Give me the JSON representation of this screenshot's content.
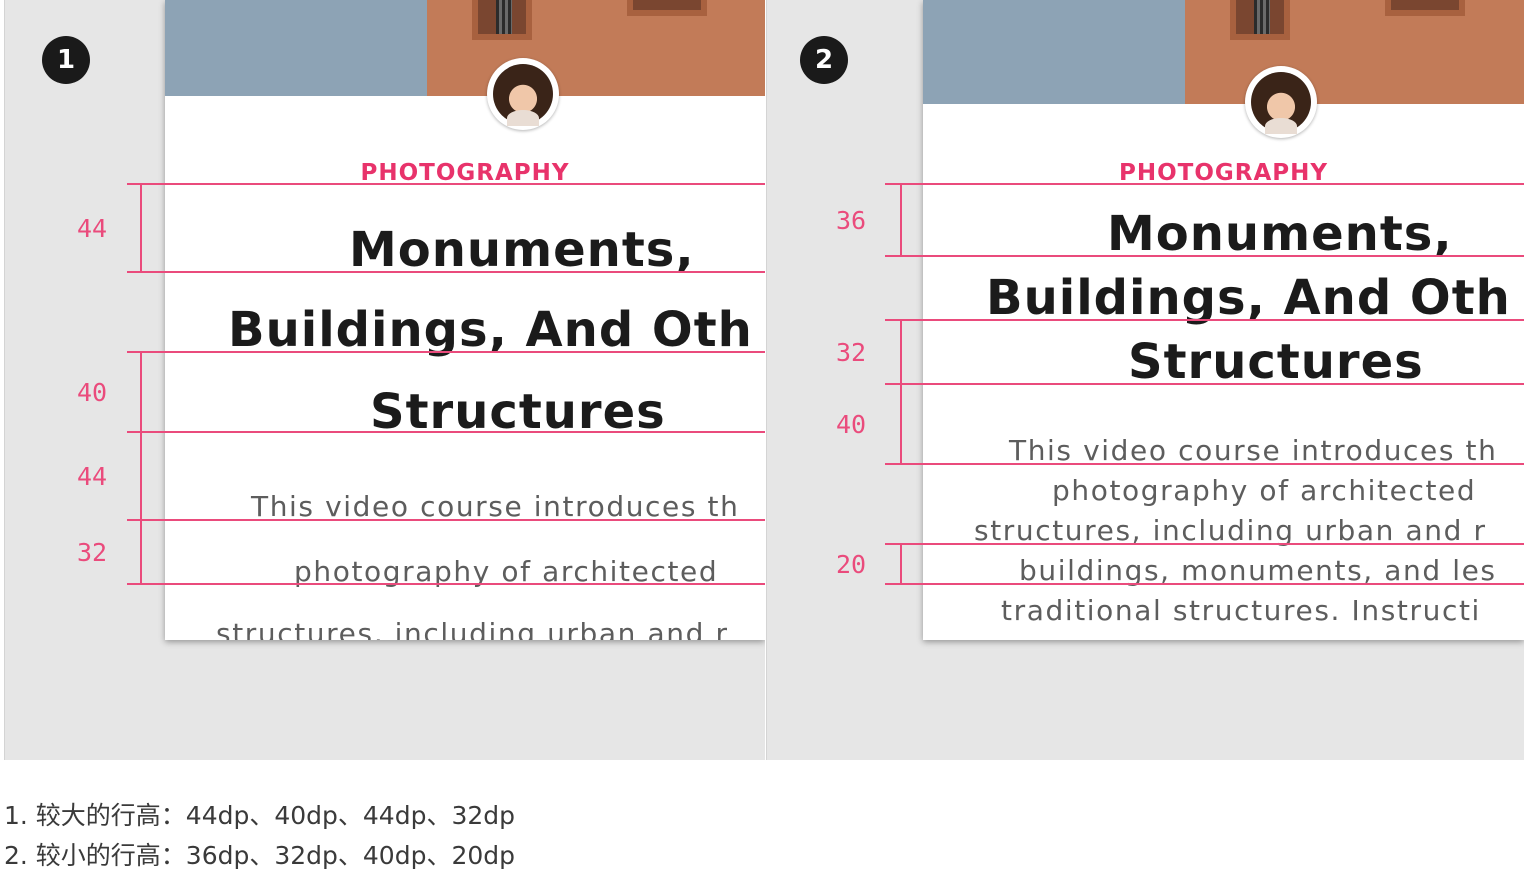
{
  "panels": [
    {
      "badge": "1",
      "category": "PHOTOGRAPHY",
      "title_lines": [
        "Monuments,",
        "Buildings, And Oth",
        "Structures"
      ],
      "body_lines": [
        "This video course introduces th",
        "photography of architected",
        "structures, including urban and r"
      ],
      "measurements": [
        "44",
        "40",
        "44",
        "32"
      ]
    },
    {
      "badge": "2",
      "category": "PHOTOGRAPHY",
      "title_lines": [
        "Monuments,",
        "Buildings, And Oth",
        "Structures"
      ],
      "body_lines": [
        "This video course introduces th",
        "photography of architected",
        "structures, including urban and r",
        "buildings, monuments, and les",
        "traditional structures. Instructi"
      ],
      "measurements": [
        "36",
        "32",
        "40",
        "20"
      ]
    }
  ],
  "captions": [
    "1. 较大的行高：44dp、40dp、44dp、32dp",
    "2. 较小的行高：36dp、32dp、40dp、20dp"
  ],
  "colors": {
    "accent_pink": "#e8336b",
    "guide_pink": "#ea4b7c",
    "panel_bg": "#e6e6e6",
    "badge_bg": "#1a1a1a"
  },
  "icons": [
    "number-badge-icon",
    "avatar-photo",
    "hero-building-photo"
  ]
}
